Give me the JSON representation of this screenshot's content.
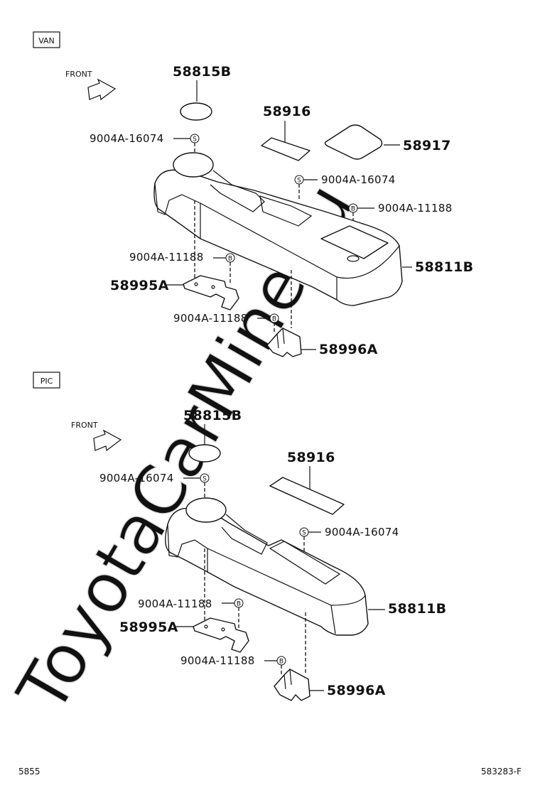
{
  "watermark": "ToyotaCarMine.ru",
  "page_number": "5855",
  "figure_id": "583283-F",
  "sections": [
    {
      "tag": "VAN",
      "front": "FRONT",
      "labels": {
        "cap": "58815B",
        "mat": "58916",
        "lid": "58917",
        "clip_top": "9004A-16074",
        "clip_mid": "9004A-16074",
        "screw_right": "9004A-11188",
        "console": "58811B",
        "screw_left": "9004A-11188",
        "bracket_left": "58995A",
        "screw_bottom": "9004A-11188",
        "bracket_right": "58996A"
      },
      "symbols": {
        "clip": "S",
        "screw": "B"
      }
    },
    {
      "tag": "PIC",
      "front": "FRONT",
      "labels": {
        "cap": "58815B",
        "mat": "58916",
        "clip_top": "9004A-16074",
        "clip_mid": "9004A-16074",
        "console": "58811B",
        "screw_left": "9004A-11188",
        "bracket_left": "58995A",
        "screw_bottom": "9004A-11188",
        "bracket_right": "58996A"
      },
      "symbols": {
        "clip": "S",
        "screw": "B"
      }
    }
  ]
}
